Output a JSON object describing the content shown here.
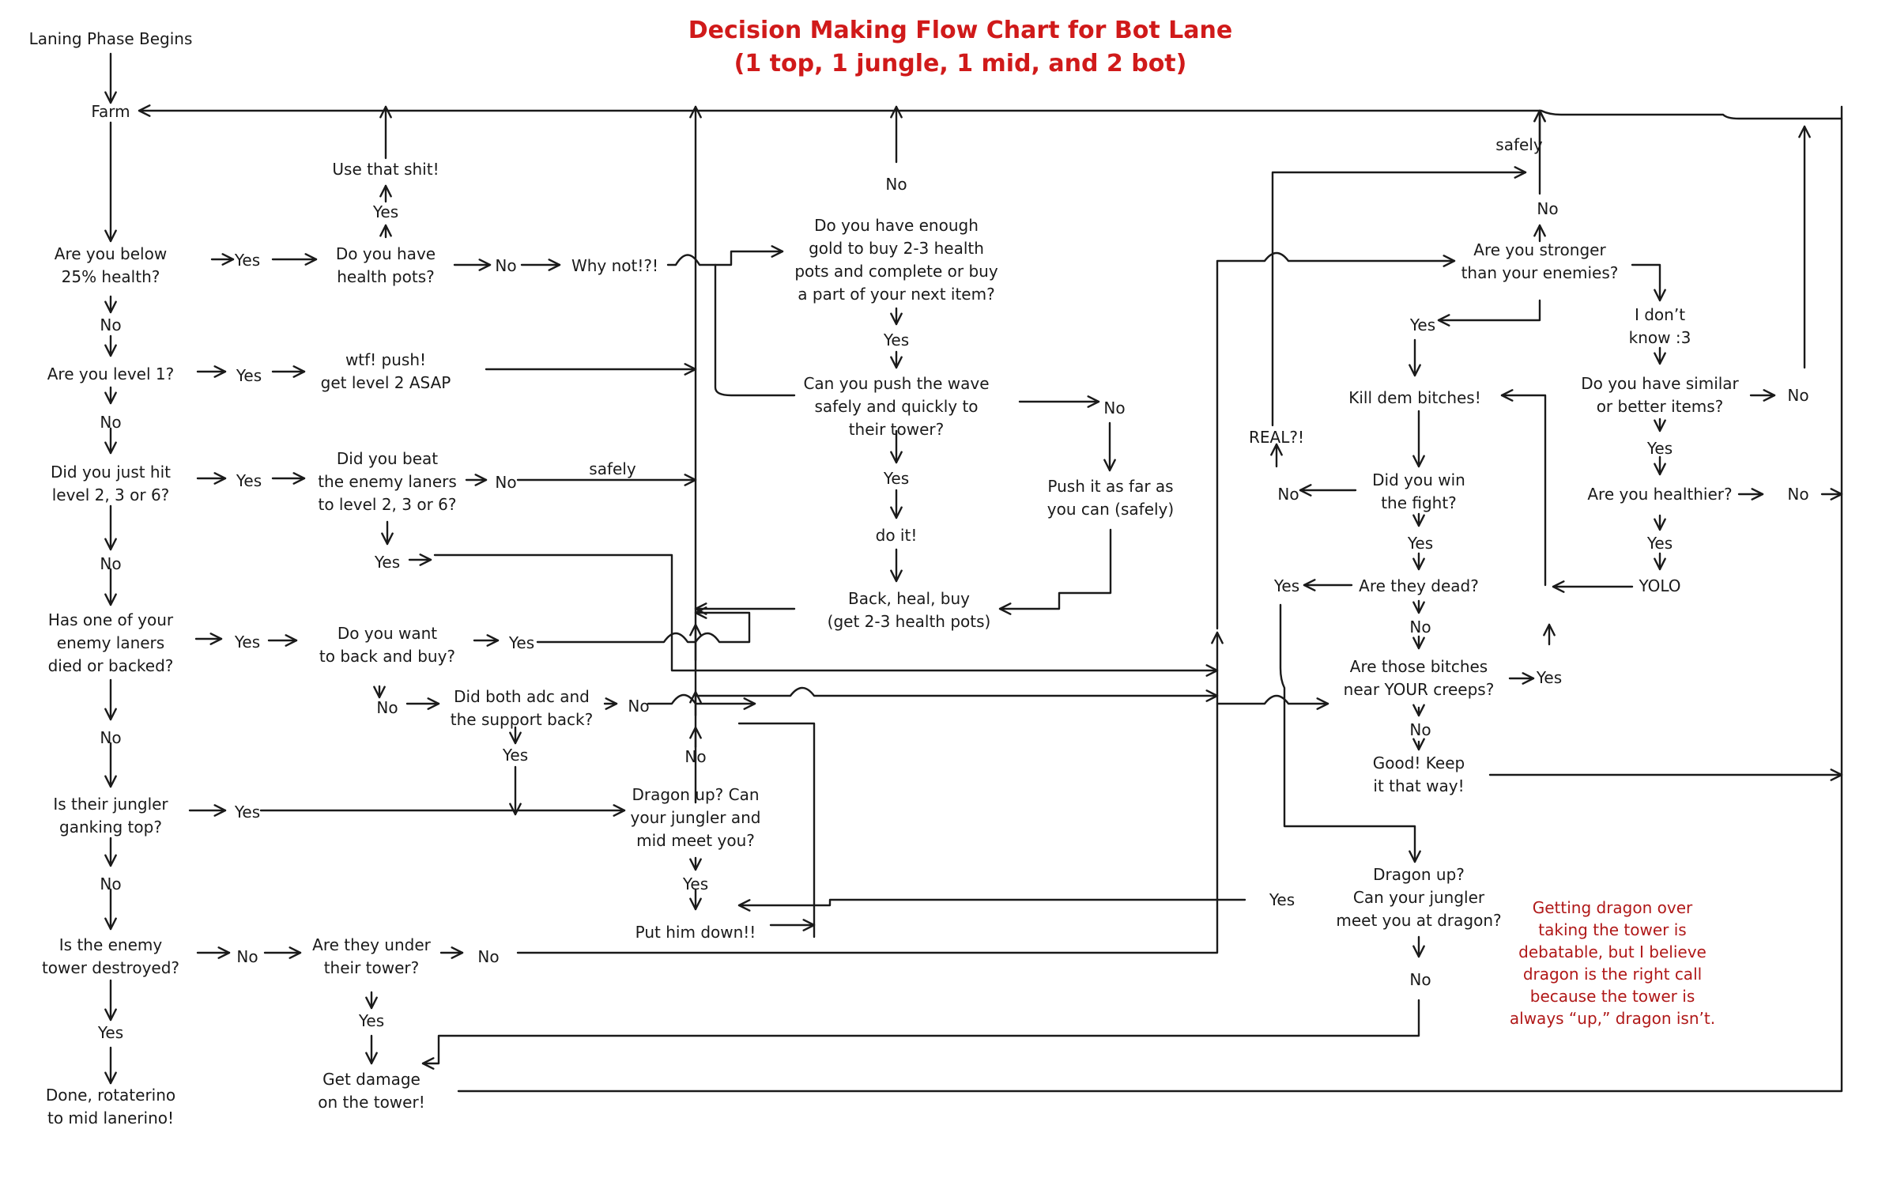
{
  "title": {
    "line1": "Decision Making Flow Chart for Bot Lane",
    "line2": "(1 top, 1 jungle, 1 mid, and 2 bot)"
  },
  "note": [
    "Getting dragon over",
    "taking the tower is",
    "debatable, but I believe",
    "dragon is the right call",
    "because the tower is",
    "always “up,” dragon isn’t."
  ],
  "nodes": {
    "laning_phase_begins": [
      "Laning Phase Begins"
    ],
    "farm": [
      "Farm"
    ],
    "below_25_health": [
      "Are you below",
      "25% health?"
    ],
    "yes_health": [
      "Yes"
    ],
    "health_pots_q": [
      "Do you have",
      "health pots?"
    ],
    "yes_pots": [
      "Yes"
    ],
    "use_that": [
      "Use that shit!"
    ],
    "no_pots": [
      "No"
    ],
    "why_not": [
      "Why not!?!"
    ],
    "no_health": [
      "No"
    ],
    "level_1_q": [
      "Are you level 1?"
    ],
    "yes_level1": [
      "Yes"
    ],
    "wtf_push": [
      "wtf! push!",
      "get level 2 ASAP"
    ],
    "no_level1": [
      "No"
    ],
    "just_hit_level_q": [
      "Did you just hit",
      "level 2, 3 or 6?"
    ],
    "yes_hit": [
      "Yes"
    ],
    "beat_laners_q": [
      "Did you beat",
      "the enemy laners",
      "to level 2, 3 or 6?"
    ],
    "no_beat": [
      "No"
    ],
    "safely_a": [
      "safely"
    ],
    "yes_beat": [
      "Yes"
    ],
    "no_hit": [
      "No"
    ],
    "laner_died_q": [
      "Has one of your",
      "enemy laners",
      "died or backed?"
    ],
    "yes_died": [
      "Yes"
    ],
    "want_back_q": [
      "Do you want",
      "to back and buy?"
    ],
    "yes_back": [
      "Yes"
    ],
    "no_back": [
      "No"
    ],
    "both_back_q": [
      "Did both adc and",
      "the support back?"
    ],
    "no_both": [
      "No"
    ],
    "yes_both": [
      "Yes"
    ],
    "no_died": [
      "No"
    ],
    "jungler_top_q": [
      "Is their jungler",
      "ganking top?"
    ],
    "yes_top": [
      "Yes"
    ],
    "no_top": [
      "No"
    ],
    "tower_destroyed_q": [
      "Is the enemy",
      "tower destroyed?"
    ],
    "no_tower": [
      "No"
    ],
    "under_tower_q": [
      "Are they under",
      "their tower?"
    ],
    "no_under": [
      "No"
    ],
    "yes_under": [
      "Yes"
    ],
    "get_damage": [
      "Get damage",
      "on the tower!"
    ],
    "yes_tower": [
      "Yes"
    ],
    "done_rotate": [
      "Done, rotaterino",
      "to mid lanerino!"
    ],
    "no_gold": [
      "No"
    ],
    "enough_gold_q": [
      "Do you have enough",
      "gold to buy 2-3 health",
      "pots and complete or buy",
      "a part of your next item?"
    ],
    "yes_gold": [
      "Yes"
    ],
    "push_wave_q": [
      "Can you push the wave",
      "safely and quickly to",
      "their tower?"
    ],
    "no_push": [
      "No"
    ],
    "push_far": [
      "Push it as far as",
      "you can (safely)"
    ],
    "yes_push": [
      "Yes"
    ],
    "do_it": [
      "do it!"
    ],
    "back_heal_buy": [
      "Back, heal, buy",
      "(get 2-3 health pots)"
    ],
    "no_dragon_mid": [
      "No"
    ],
    "dragon_mid_q": [
      "Dragon up? Can",
      "your jungler and",
      "mid meet you?"
    ],
    "yes_dragon_mid": [
      "Yes"
    ],
    "put_him_down": [
      "Put him down!!"
    ],
    "safely_b": [
      "safely"
    ],
    "no_stronger": [
      "No"
    ],
    "stronger_q": [
      "Are you stronger",
      "than your enemies?"
    ],
    "yes_stronger": [
      "Yes"
    ],
    "dont_know": [
      "I don’t",
      "know :3"
    ],
    "kill_dem": [
      "Kill dem bitches!"
    ],
    "real": [
      "REAL?!"
    ],
    "no_fight": [
      "No"
    ],
    "win_fight_q": [
      "Did you win",
      "the fight?"
    ],
    "yes_fight": [
      "Yes"
    ],
    "yes_dead": [
      "Yes"
    ],
    "dead_q": [
      "Are they dead?"
    ],
    "no_dead": [
      "No"
    ],
    "near_creeps_q": [
      "Are those bitches",
      "near YOUR creeps?"
    ],
    "yes_creeps": [
      "Yes"
    ],
    "no_creeps": [
      "No"
    ],
    "good_keep": [
      "Good! Keep",
      "it that way!"
    ],
    "similar_items_q": [
      "Do you have similar",
      "or better items?"
    ],
    "no_items": [
      "No"
    ],
    "yes_items": [
      "Yes"
    ],
    "healthier_q": [
      "Are you healthier?"
    ],
    "no_healthier": [
      "No"
    ],
    "yes_healthier": [
      "Yes"
    ],
    "yolo": [
      "YOLO"
    ],
    "yes_dragon_bot": [
      "Yes"
    ],
    "dragon_bot_q": [
      "Dragon up?",
      "Can your jungler",
      "meet you at dragon?"
    ],
    "no_dragon_bot": [
      "No"
    ]
  }
}
